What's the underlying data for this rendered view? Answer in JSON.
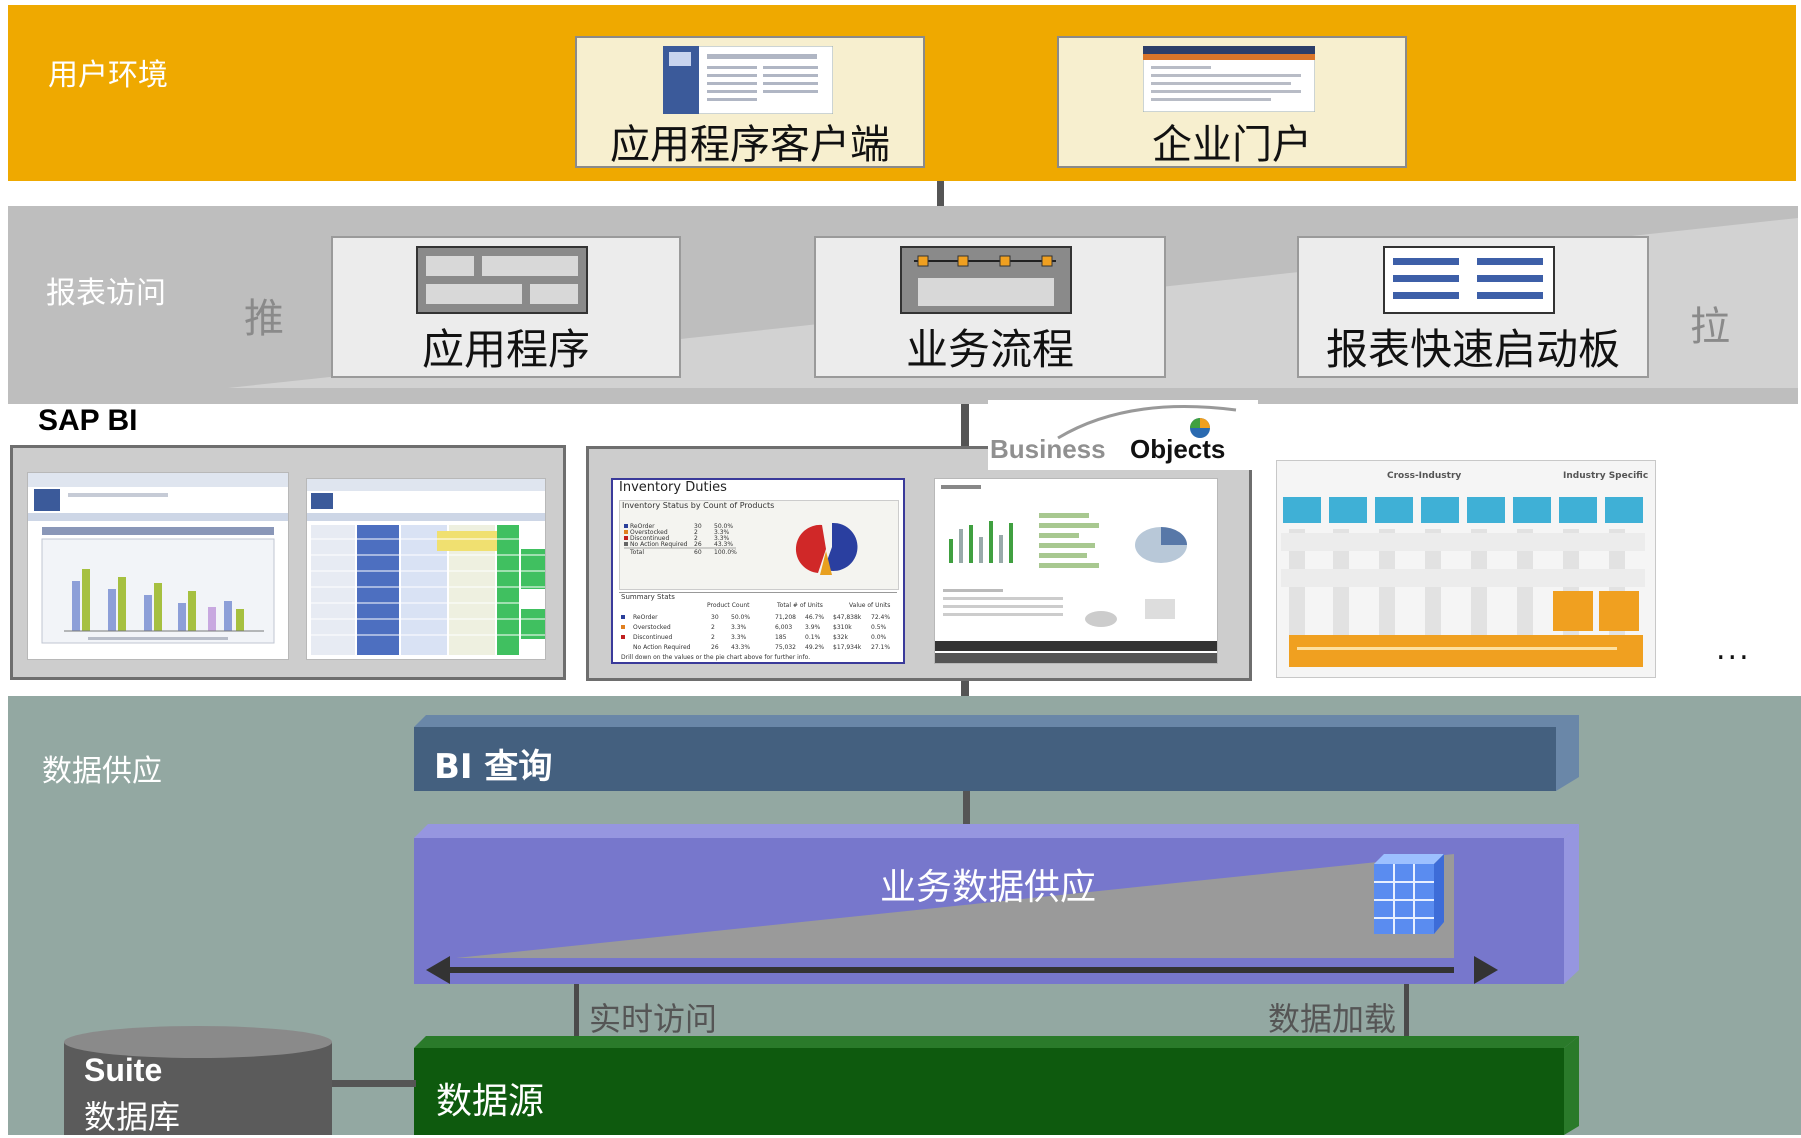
{
  "user_env": {
    "label": "用户环境",
    "boxes": [
      "应用程序客户端",
      "企业门户"
    ]
  },
  "report_access": {
    "label": "报表访问",
    "push": "推",
    "pull": "拉",
    "boxes": [
      "应用程序",
      "业务流程",
      "报表快速启动板"
    ]
  },
  "sap_bi": {
    "label": "SAP BI",
    "brand_word1": "Business",
    "brand_word2": "Objects",
    "ellipsis": "...",
    "inventory": {
      "title": "Inventory Duties",
      "subtitle": "Inventory Status by Count of Products",
      "legend_rows": [
        [
          "ReOrder",
          "30",
          "50.0%"
        ],
        [
          "Overstocked",
          "2",
          "3.3%"
        ],
        [
          "Discontinued",
          "2",
          "3.3%"
        ],
        [
          "No Action Required",
          "26",
          "43.3%"
        ],
        [
          "Total",
          "60",
          "100.0%"
        ]
      ],
      "summary_title": "Summary Stats",
      "summary_headers": [
        "Product Count",
        "Total # of Units",
        "Value of Units"
      ],
      "summary_rows": [
        [
          "ReOrder",
          "30",
          "50.0%",
          "71,208",
          "46.7%",
          "$47,838k",
          "72.4%"
        ],
        [
          "Overstocked",
          "2",
          "3.3%",
          "6,003",
          "3.9%",
          "$310k",
          "0.5%"
        ],
        [
          "Discontinued",
          "2",
          "3.3%",
          "185",
          "0.1%",
          "$32k",
          "0.0%"
        ],
        [
          "No Action Required",
          "26",
          "43.3%",
          "75,032",
          "49.2%",
          "$17,934k",
          "27.1%"
        ]
      ],
      "footer": "Drill down on the values or the pie chart above for further info."
    },
    "industry": {
      "left_header": "Cross-Industry",
      "right_header": "Industry Specific"
    }
  },
  "data_supply": {
    "label": "数据供应",
    "bi_query": "BI 查询",
    "business_supply": "业务数据供应",
    "realtime": "实时访问",
    "data_load": "数据加载",
    "data_source": "数据源",
    "suite_line1": "Suite",
    "suite_line2": "数据库"
  },
  "colors": {
    "user_band": "#EFA900",
    "report_band": "#BEBEBE",
    "data_band": "#93A8A2",
    "bi_query_bar": "#44607F",
    "business_supply_bar": "#7777CC",
    "data_source_bar": "#0E5A0E"
  }
}
